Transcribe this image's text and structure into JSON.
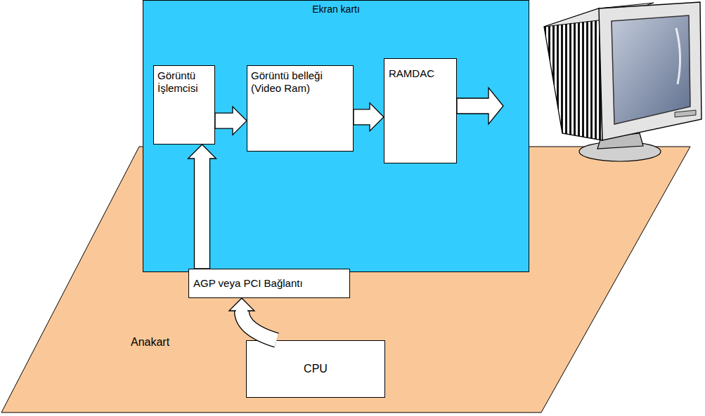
{
  "diagram": {
    "nodes": [
      {
        "text": [
          "Ekran kartı"
        ]
      },
      {
        "text": [
          "Görüntü İşlemcisi"
        ],
        "in": 0
      },
      {
        "text": [
          "Görüntü belleği (Video Ram)"
        ],
        "in": 0
      },
      {
        "text": [
          "RAMDAC"
        ],
        "in": 0
      },
      {
        "text": [
          "Anakart"
        ]
      },
      {
        "text": [
          "AGP veya PCI Bağlantı"
        ],
        "in": 4
      },
      {
        "text": [
          "CPU"
        ],
        "in": 4
      }
    ],
    "edges": [
      {
        "from": 1,
        "to": 2,
        "arrow": "to"
      },
      {
        "from": 2,
        "to": 3,
        "arrow": "to"
      },
      {
        "from": 5,
        "to": 1,
        "arrow": "to"
      },
      {
        "from": 6,
        "to": 5,
        "arrow": "to"
      }
    ]
  }
}
